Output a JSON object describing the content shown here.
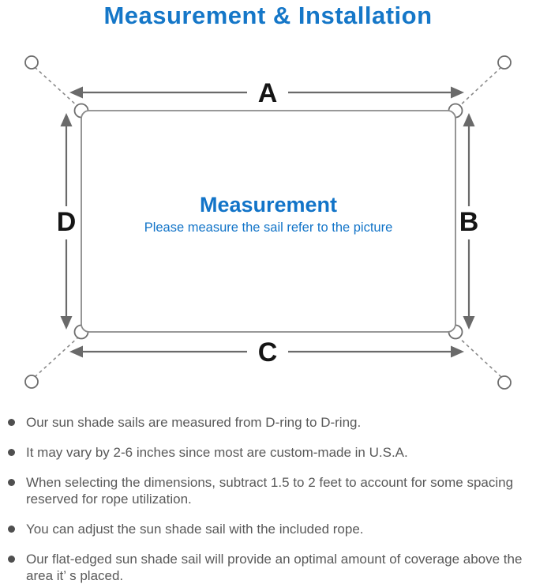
{
  "title": "Measurement & Installation",
  "colors": {
    "accent_blue": "#1577c8",
    "center_text_blue": "#1274c8",
    "outline_gray": "#8a8a8a",
    "arrow_gray": "#6a6a6a",
    "dimension_label_black": "#151515",
    "body_text_gray": "#595959"
  },
  "diagram": {
    "labels": {
      "top": "A",
      "right": "B",
      "bottom": "C",
      "left": "D"
    },
    "center": {
      "heading": "Measurement",
      "subtitle": "Please measure the sail refer to the picture"
    }
  },
  "notes": {
    "items": [
      "Our sun shade sails are measured from D-ring to D-ring.",
      "It may vary by 2-6 inches since most are custom-made in U.S.A.",
      "When selecting the dimensions, subtract 1.5 to 2 feet to account for some spacing reserved for rope utilization.",
      "You can adjust the sun shade sail with the included rope.",
      "Our flat-edged sun shade sail will provide an optimal amount of coverage above the area it’ s placed."
    ]
  }
}
